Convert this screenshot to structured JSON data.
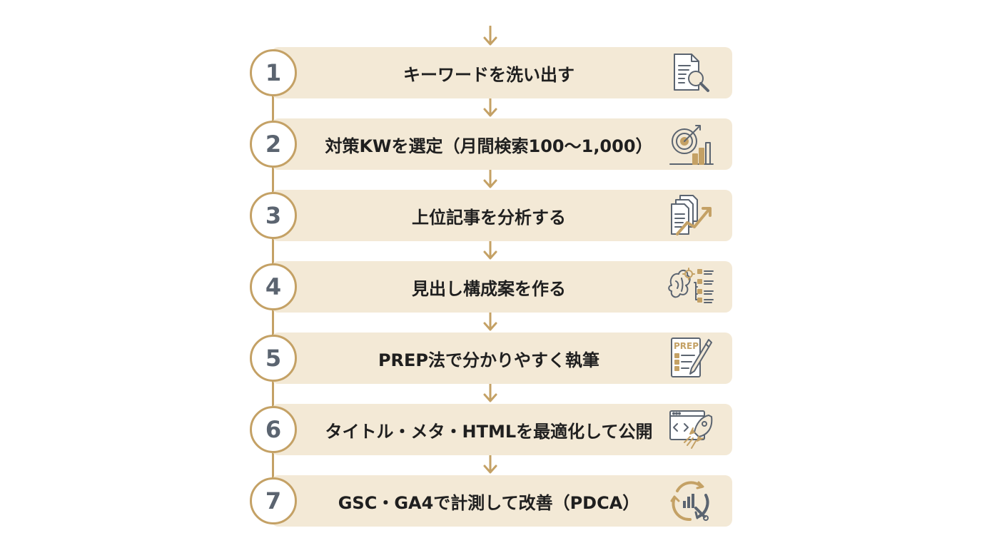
{
  "steps": [
    {
      "number": "1",
      "label": "キーワードを洗い出す",
      "icon": "document-search-icon"
    },
    {
      "number": "2",
      "label": "対策KWを選定（月間検索100〜1,000）",
      "icon": "target-chart-icon"
    },
    {
      "number": "3",
      "label": "上位記事を分析する",
      "icon": "documents-trend-icon"
    },
    {
      "number": "4",
      "label": "見出し構成案を作る",
      "icon": "brain-outline-icon"
    },
    {
      "number": "5",
      "label": "PREP法で分かりやすく執筆",
      "icon": "prep-writing-icon",
      "icon_text": "PREP"
    },
    {
      "number": "6",
      "label": "タイトル・メタ・HTMLを最適化して公開",
      "icon": "code-rocket-icon"
    },
    {
      "number": "7",
      "label": "GSC・GA4で計測して改善（PDCA）",
      "icon": "cycle-analytics-icon"
    }
  ],
  "colors": {
    "accent": "#c4a165",
    "bar_background": "#f3e9d6",
    "number_text": "#5b6470",
    "label_text": "#1f1f1f",
    "icon_stroke": "#5b6470"
  }
}
